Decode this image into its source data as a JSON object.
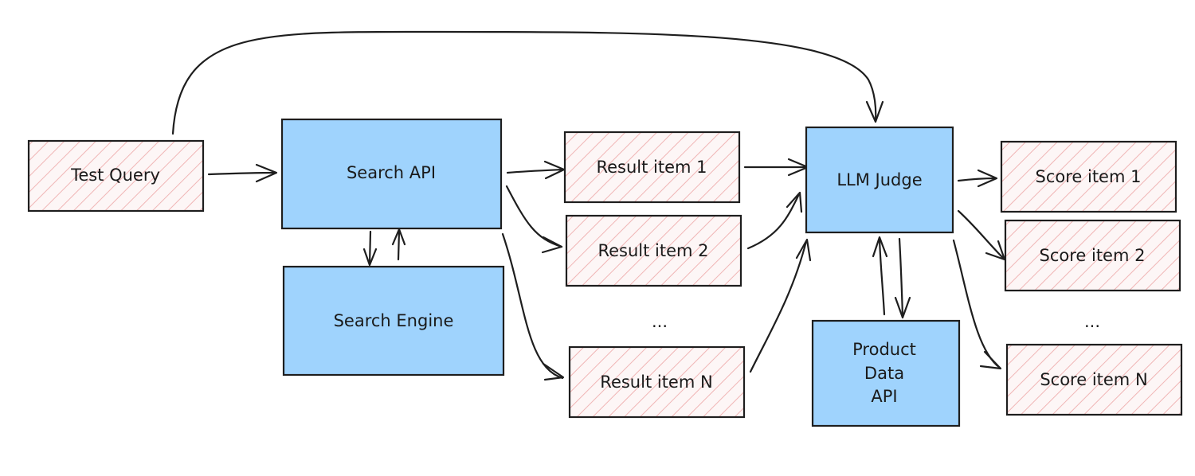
{
  "colors": {
    "solid_fill": "#9fd3fd",
    "hatch_stroke": "#f0b5b5",
    "hatch_bg": "#fdf6f6",
    "stroke": "#1e1e1e"
  },
  "nodes": {
    "test_query": "Test Query",
    "search_api": "Search API",
    "search_engine": "Search Engine",
    "result_1": "Result item 1",
    "result_2": "Result item 2",
    "result_ellipsis": "...",
    "result_n": "Result item N",
    "llm_judge": "LLM Judge",
    "product_data_api": [
      "Product",
      "Data",
      "API"
    ],
    "score_1": "Score item 1",
    "score_2": "Score item 2",
    "score_ellipsis": "...",
    "score_n": "Score item N"
  }
}
